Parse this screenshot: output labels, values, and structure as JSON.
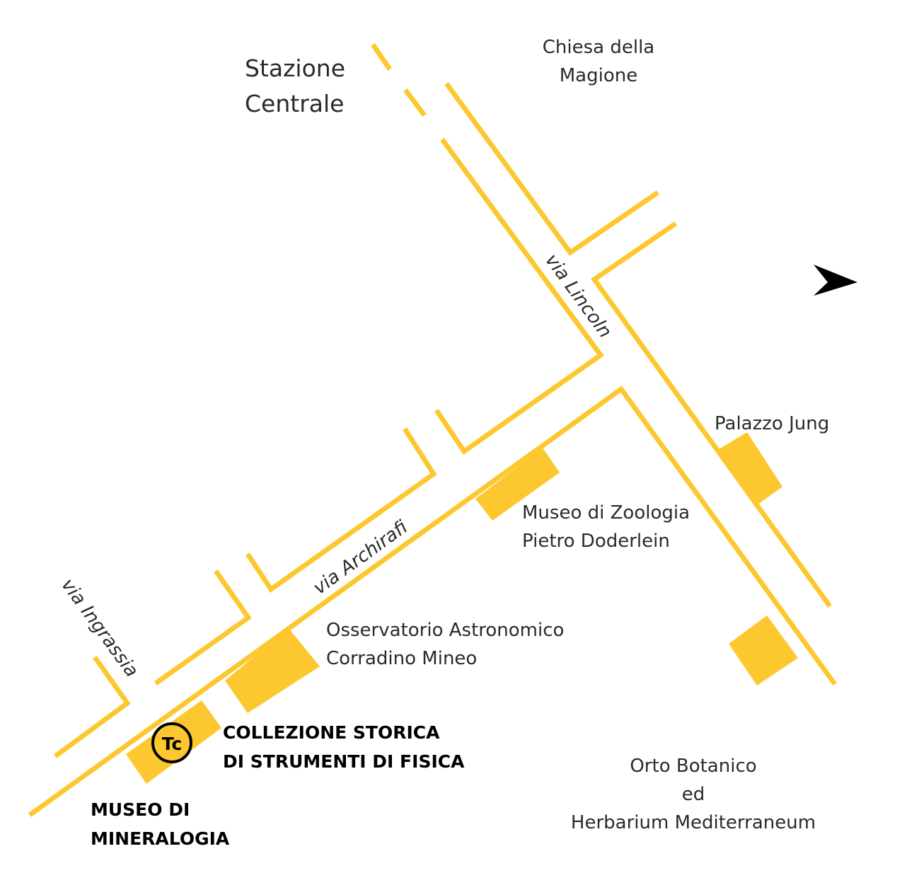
{
  "colors": {
    "road": "#FDC82F",
    "text": "#2a2a2a",
    "bold_text": "#000000",
    "compass": "#000000"
  },
  "icons": {
    "compass": "north-arrow-icon",
    "marker": "tc-marker-icon"
  },
  "places": {
    "stazione": [
      "Stazione",
      "Centrale"
    ],
    "chiesa": [
      "Chiesa della",
      "Magione"
    ],
    "palazzo": "Palazzo Jung",
    "zoologia": [
      "Museo di Zoologia",
      "Pietro Doderlein"
    ],
    "osservatorio": [
      "Osservatorio Astronomico",
      "Corradino Mineo"
    ],
    "orto": [
      "Orto Botanico",
      "ed",
      "Herbarium Mediterraneum"
    ]
  },
  "highlight": {
    "collezione": [
      "COLLEZIONE STORICA",
      "DI STRUMENTI DI FISICA"
    ],
    "mineralogia": [
      "MUSEO DI",
      "MINERALOGIA"
    ],
    "marker_label": "Tc"
  },
  "streets": {
    "lincoln": "via Lincoln",
    "archirafi": "via Archirafi",
    "ingrassia": "via Ingrassia"
  }
}
